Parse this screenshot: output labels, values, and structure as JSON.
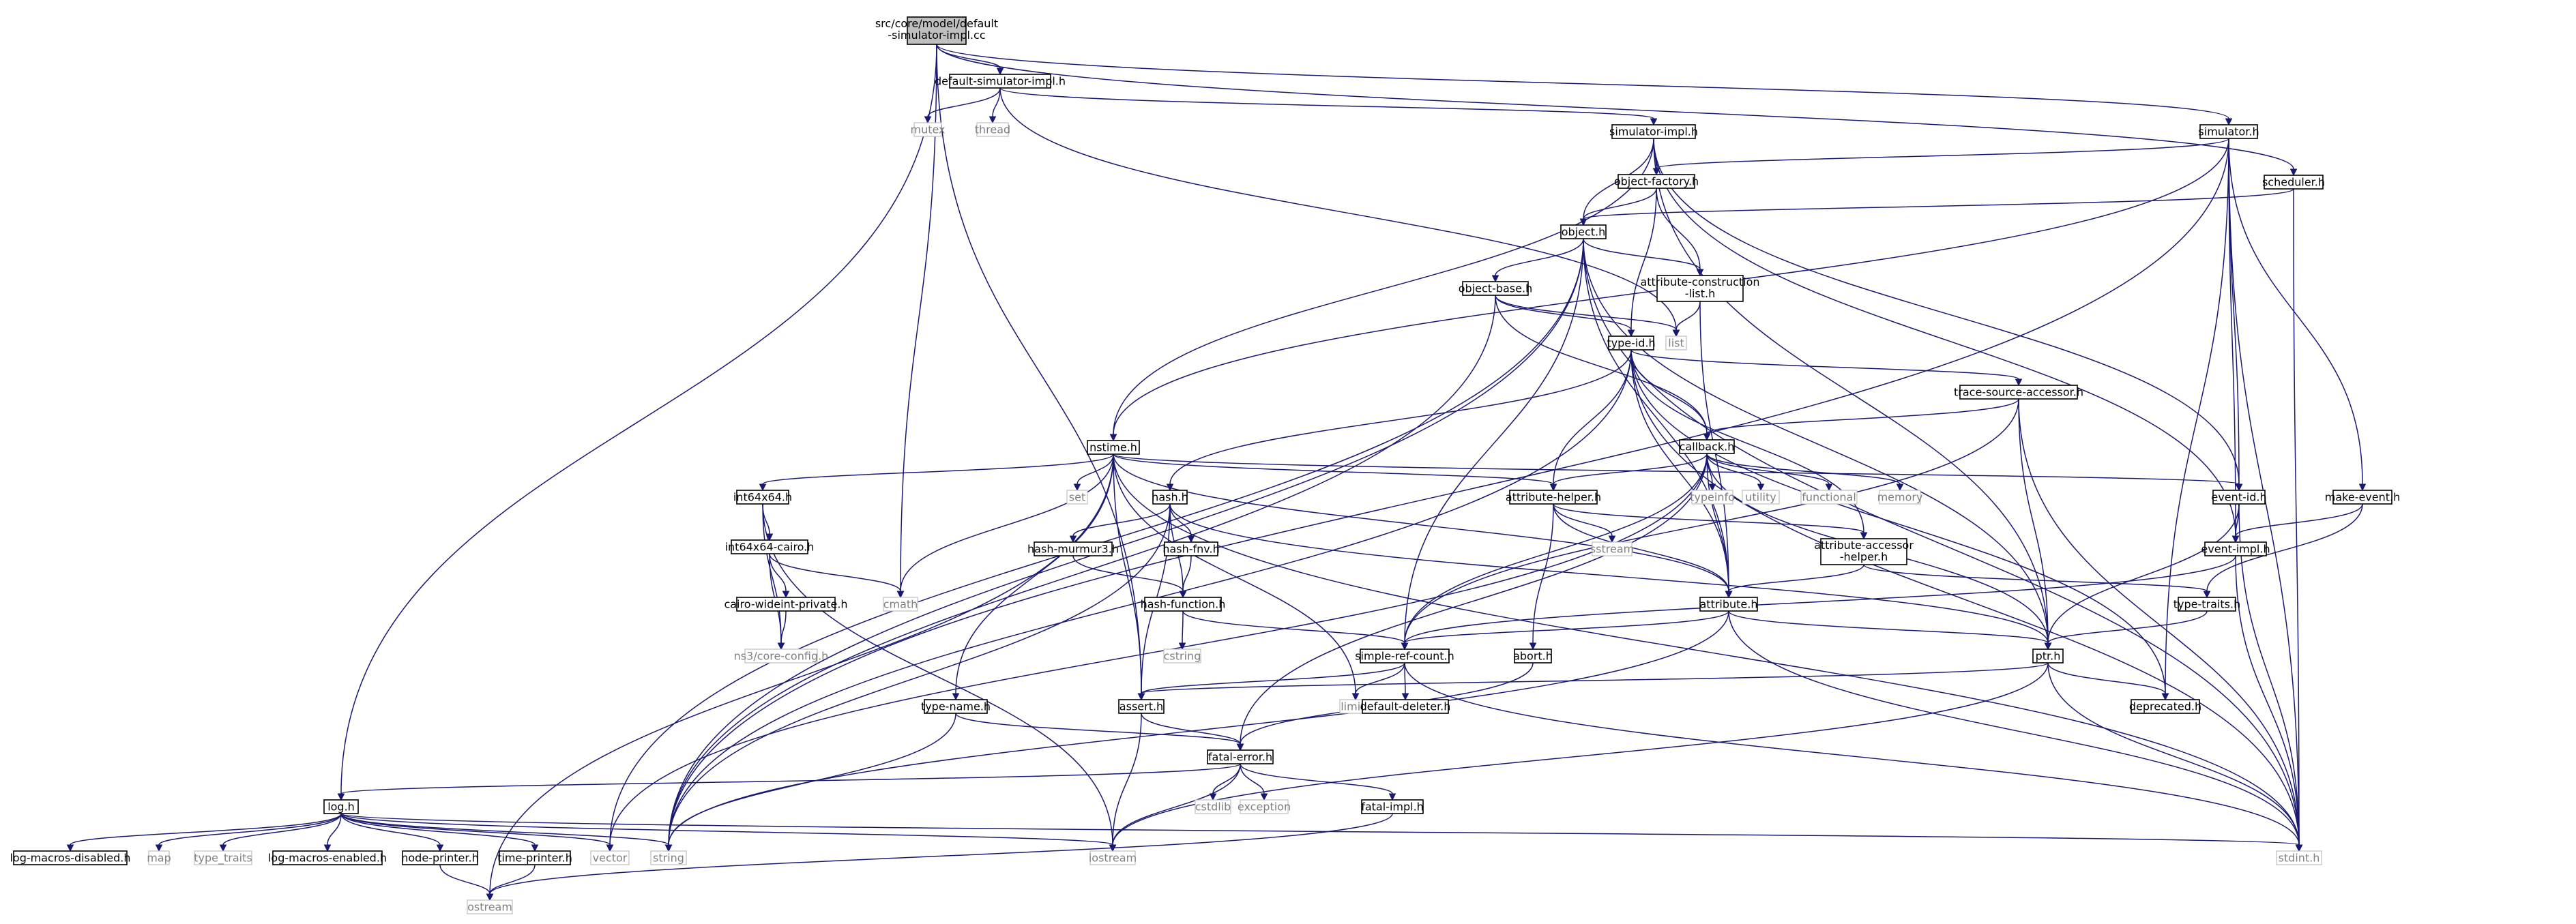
{
  "diagram": {
    "root": "src/core/model/default-simulator-impl.cc",
    "nodes": [
      {
        "id": "root",
        "label": "src/core/model/default\n-simulator-impl.cc",
        "kind": "root"
      },
      {
        "id": "dsi_h",
        "label": "default-simulator-impl.h",
        "kind": "header"
      },
      {
        "id": "mutex",
        "label": "mutex",
        "kind": "system"
      },
      {
        "id": "thread",
        "label": "thread",
        "kind": "system"
      },
      {
        "id": "simimpl",
        "label": "simulator-impl.h",
        "kind": "header"
      },
      {
        "id": "simulator",
        "label": "simulator.h",
        "kind": "header"
      },
      {
        "id": "objfactory",
        "label": "object-factory.h",
        "kind": "header"
      },
      {
        "id": "scheduler",
        "label": "scheduler.h",
        "kind": "header"
      },
      {
        "id": "object",
        "label": "object.h",
        "kind": "header"
      },
      {
        "id": "attrconst",
        "label": "attribute-construction\n-list.h",
        "kind": "header"
      },
      {
        "id": "objbase",
        "label": "object-base.h",
        "kind": "header"
      },
      {
        "id": "list",
        "label": "list",
        "kind": "system"
      },
      {
        "id": "typeid",
        "label": "type-id.h",
        "kind": "header"
      },
      {
        "id": "tracesrc",
        "label": "trace-source-accessor.h",
        "kind": "header"
      },
      {
        "id": "nstime",
        "label": "nstime.h",
        "kind": "header"
      },
      {
        "id": "set",
        "label": "set",
        "kind": "system"
      },
      {
        "id": "callback",
        "label": "callback.h",
        "kind": "header"
      },
      {
        "id": "typeinfo",
        "label": "typeinfo",
        "kind": "system"
      },
      {
        "id": "utility",
        "label": "utility",
        "kind": "system"
      },
      {
        "id": "functional",
        "label": "functional",
        "kind": "system"
      },
      {
        "id": "memory",
        "label": "memory",
        "kind": "system"
      },
      {
        "id": "eventid",
        "label": "event-id.h",
        "kind": "header"
      },
      {
        "id": "makeevent",
        "label": "make-event.h",
        "kind": "header"
      },
      {
        "id": "int64x64",
        "label": "int64x64.h",
        "kind": "header"
      },
      {
        "id": "hash",
        "label": "hash.h",
        "kind": "header"
      },
      {
        "id": "attrhelper",
        "label": "attribute-helper.h",
        "kind": "header"
      },
      {
        "id": "int64cairo",
        "label": "int64x64-cairo.h",
        "kind": "header"
      },
      {
        "id": "hashmurmur",
        "label": "hash-murmur3.h",
        "kind": "header"
      },
      {
        "id": "hashfnv",
        "label": "hash-fnv.h",
        "kind": "header"
      },
      {
        "id": "sstream",
        "label": "sstream",
        "kind": "system"
      },
      {
        "id": "attraccessor",
        "label": "attribute-accessor\n-helper.h",
        "kind": "header"
      },
      {
        "id": "eventimpl",
        "label": "event-impl.h",
        "kind": "header"
      },
      {
        "id": "cmath",
        "label": "cmath",
        "kind": "system"
      },
      {
        "id": "cairowide",
        "label": "cairo-wideint-private.h",
        "kind": "header"
      },
      {
        "id": "hashfunc",
        "label": "hash-function.h",
        "kind": "header"
      },
      {
        "id": "attribute",
        "label": "attribute.h",
        "kind": "header"
      },
      {
        "id": "typetraits",
        "label": "type-traits.h",
        "kind": "header"
      },
      {
        "id": "ns3config",
        "label": "ns3/core-config.h",
        "kind": "system"
      },
      {
        "id": "cstring",
        "label": "cstring",
        "kind": "system"
      },
      {
        "id": "simplerefcount",
        "label": "simple-ref-count.h",
        "kind": "header"
      },
      {
        "id": "abort",
        "label": "abort.h",
        "kind": "header"
      },
      {
        "id": "ptr",
        "label": "ptr.h",
        "kind": "header"
      },
      {
        "id": "typename",
        "label": "type-name.h",
        "kind": "header"
      },
      {
        "id": "assert",
        "label": "assert.h",
        "kind": "header"
      },
      {
        "id": "limits",
        "label": "limits",
        "kind": "system"
      },
      {
        "id": "defaultdeleter",
        "label": "default-deleter.h",
        "kind": "header"
      },
      {
        "id": "deprecated",
        "label": "deprecated.h",
        "kind": "header"
      },
      {
        "id": "fatalerror",
        "label": "fatal-error.h",
        "kind": "header"
      },
      {
        "id": "cstdlib",
        "label": "cstdlib",
        "kind": "system"
      },
      {
        "id": "exception",
        "label": "exception",
        "kind": "system"
      },
      {
        "id": "fatalimpl",
        "label": "fatal-impl.h",
        "kind": "header"
      },
      {
        "id": "log",
        "label": "log.h",
        "kind": "header"
      },
      {
        "id": "logdisabled",
        "label": "log-macros-disabled.h",
        "kind": "header"
      },
      {
        "id": "map",
        "label": "map",
        "kind": "system"
      },
      {
        "id": "type_traits",
        "label": "type_traits",
        "kind": "system"
      },
      {
        "id": "logenabled",
        "label": "log-macros-enabled.h",
        "kind": "header"
      },
      {
        "id": "nodeprinter",
        "label": "node-printer.h",
        "kind": "header"
      },
      {
        "id": "timeprinter",
        "label": "time-printer.h",
        "kind": "header"
      },
      {
        "id": "vector",
        "label": "vector",
        "kind": "system"
      },
      {
        "id": "string",
        "label": "string",
        "kind": "system"
      },
      {
        "id": "iostream",
        "label": "iostream",
        "kind": "system"
      },
      {
        "id": "stdint",
        "label": "stdint.h",
        "kind": "system"
      },
      {
        "id": "ostream",
        "label": "ostream",
        "kind": "system"
      }
    ],
    "edges": [
      [
        "root",
        "dsi_h"
      ],
      [
        "root",
        "log"
      ],
      [
        "root",
        "simulator"
      ],
      [
        "root",
        "scheduler"
      ],
      [
        "root",
        "assert"
      ],
      [
        "root",
        "cmath"
      ],
      [
        "dsi_h",
        "mutex"
      ],
      [
        "dsi_h",
        "thread"
      ],
      [
        "dsi_h",
        "simimpl"
      ],
      [
        "dsi_h",
        "list"
      ],
      [
        "simimpl",
        "objfactory"
      ],
      [
        "simimpl",
        "object"
      ],
      [
        "simimpl",
        "nstime"
      ],
      [
        "simimpl",
        "eventid"
      ],
      [
        "simimpl",
        "eventimpl"
      ],
      [
        "simimpl",
        "ptr"
      ],
      [
        "simulator",
        "objfactory"
      ],
      [
        "simulator",
        "nstime"
      ],
      [
        "simulator",
        "eventid"
      ],
      [
        "simulator",
        "eventimpl"
      ],
      [
        "simulator",
        "makeevent"
      ],
      [
        "simulator",
        "stdint"
      ],
      [
        "simulator",
        "string"
      ],
      [
        "simulator",
        "deprecated"
      ],
      [
        "objfactory",
        "object"
      ],
      [
        "objfactory",
        "attrconst"
      ],
      [
        "objfactory",
        "typeid"
      ],
      [
        "scheduler",
        "object"
      ],
      [
        "scheduler",
        "stdint"
      ],
      [
        "object",
        "objbase"
      ],
      [
        "object",
        "attrconst"
      ],
      [
        "object",
        "attribute"
      ],
      [
        "object",
        "ptr"
      ],
      [
        "object",
        "simplerefcount"
      ],
      [
        "object",
        "stdint"
      ],
      [
        "object",
        "string"
      ],
      [
        "object",
        "vector"
      ],
      [
        "attrconst",
        "list"
      ],
      [
        "attrconst",
        "attribute"
      ],
      [
        "objbase",
        "typeid"
      ],
      [
        "objbase",
        "callback"
      ],
      [
        "objbase",
        "list"
      ],
      [
        "objbase",
        "string"
      ],
      [
        "typeid",
        "attribute"
      ],
      [
        "typeid",
        "attraccessor"
      ],
      [
        "typeid",
        "attrhelper"
      ],
      [
        "typeid",
        "callback"
      ],
      [
        "typeid",
        "hash"
      ],
      [
        "typeid",
        "tracesrc"
      ],
      [
        "typeid",
        "stdint"
      ],
      [
        "typeid",
        "string"
      ],
      [
        "typeid",
        "deprecated"
      ],
      [
        "tracesrc",
        "callback"
      ],
      [
        "tracesrc",
        "ptr"
      ],
      [
        "tracesrc",
        "simplerefcount"
      ],
      [
        "tracesrc",
        "stdint"
      ],
      [
        "nstime",
        "attribute"
      ],
      [
        "nstime",
        "attrhelper"
      ],
      [
        "nstime",
        "eventid"
      ],
      [
        "nstime",
        "int64x64"
      ],
      [
        "nstime",
        "typename"
      ],
      [
        "nstime",
        "assert"
      ],
      [
        "nstime",
        "cmath"
      ],
      [
        "nstime",
        "limits"
      ],
      [
        "nstime",
        "ostream"
      ],
      [
        "nstime",
        "set"
      ],
      [
        "nstime",
        "stdint"
      ],
      [
        "callback",
        "attribute"
      ],
      [
        "callback",
        "attrhelper"
      ],
      [
        "callback",
        "fatalerror"
      ],
      [
        "callback",
        "ptr"
      ],
      [
        "callback",
        "simplerefcount"
      ],
      [
        "callback",
        "functional"
      ],
      [
        "callback",
        "memory"
      ],
      [
        "callback",
        "typeinfo"
      ],
      [
        "callback",
        "utility"
      ],
      [
        "callback",
        "vector"
      ],
      [
        "eventid",
        "eventimpl"
      ],
      [
        "eventid",
        "ptr"
      ],
      [
        "eventid",
        "stdint"
      ],
      [
        "makeevent",
        "eventimpl"
      ],
      [
        "makeevent",
        "typetraits"
      ],
      [
        "int64x64",
        "int64cairo"
      ],
      [
        "int64x64",
        "ns3config"
      ],
      [
        "int64x64",
        "iostream"
      ],
      [
        "int64cairo",
        "cairowide"
      ],
      [
        "int64cairo",
        "ns3config"
      ],
      [
        "int64cairo",
        "cmath"
      ],
      [
        "cairowide",
        "ns3config"
      ],
      [
        "hash",
        "hashfunc"
      ],
      [
        "hash",
        "hashmurmur"
      ],
      [
        "hash",
        "hashfnv"
      ],
      [
        "hash",
        "assert"
      ],
      [
        "hash",
        "ptr"
      ],
      [
        "hash",
        "string"
      ],
      [
        "hashmurmur",
        "hashfunc"
      ],
      [
        "hashfnv",
        "hashfunc"
      ],
      [
        "hashfunc",
        "simplerefcount"
      ],
      [
        "hashfunc",
        "cstring"
      ],
      [
        "attrhelper",
        "abort"
      ],
      [
        "attrhelper",
        "attraccessor"
      ],
      [
        "attrhelper",
        "attribute"
      ],
      [
        "attrhelper",
        "sstream"
      ],
      [
        "attraccessor",
        "attribute"
      ],
      [
        "attraccessor",
        "typetraits"
      ],
      [
        "eventimpl",
        "simplerefcount"
      ],
      [
        "eventimpl",
        "stdint"
      ],
      [
        "attribute",
        "ptr"
      ],
      [
        "attribute",
        "simplerefcount"
      ],
      [
        "attribute",
        "string"
      ],
      [
        "attribute",
        "stdint"
      ],
      [
        "typetraits",
        "ptr"
      ],
      [
        "simplerefcount",
        "assert"
      ],
      [
        "simplerefcount",
        "defaultdeleter"
      ],
      [
        "simplerefcount",
        "limits"
      ],
      [
        "simplerefcount",
        "stdint"
      ],
      [
        "abort",
        "fatalerror"
      ],
      [
        "ptr",
        "assert"
      ],
      [
        "ptr",
        "deprecated"
      ],
      [
        "ptr",
        "iostream"
      ],
      [
        "ptr",
        "stdint"
      ],
      [
        "typename",
        "fatalerror"
      ],
      [
        "typename",
        "string"
      ],
      [
        "assert",
        "fatalerror"
      ],
      [
        "assert",
        "iostream"
      ],
      [
        "fatalerror",
        "fatalimpl"
      ],
      [
        "fatalerror",
        "log"
      ],
      [
        "fatalerror",
        "cstdlib"
      ],
      [
        "fatalerror",
        "exception"
      ],
      [
        "fatalerror",
        "iostream"
      ],
      [
        "fatalimpl",
        "ostream"
      ],
      [
        "log",
        "logdisabled"
      ],
      [
        "log",
        "logenabled"
      ],
      [
        "log",
        "nodeprinter"
      ],
      [
        "log",
        "timeprinter"
      ],
      [
        "log",
        "iostream"
      ],
      [
        "log",
        "map"
      ],
      [
        "log",
        "stdint"
      ],
      [
        "log",
        "string"
      ],
      [
        "log",
        "type_traits"
      ],
      [
        "log",
        "vector"
      ],
      [
        "nodeprinter",
        "ostream"
      ],
      [
        "timeprinter",
        "ostream"
      ]
    ]
  }
}
